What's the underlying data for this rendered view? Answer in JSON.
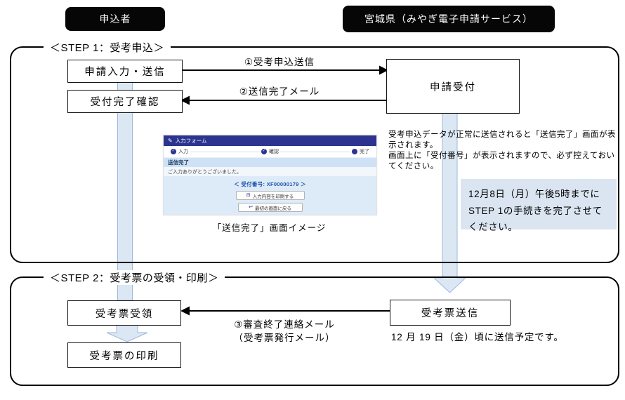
{
  "actors": {
    "applicant": "申込者",
    "service": "宮城県（みやぎ電子申請サービス）"
  },
  "step1": {
    "title": "＜STEP 1：受考申込＞",
    "box_input": "申請入力・送信",
    "box_confirm": "受付完了確認",
    "box_accept": "申請受付",
    "arrow1_label": "①受考申込送信",
    "arrow2_label": "②送信完了メール",
    "note_line1": "受考申込データが正常に送信されると「送信完了」画面が表示されます。",
    "note_line2": "画面上に「受付番号」が表示されますので、必ず控えておいてください。",
    "deadline_note": "12月8日（月）午後5時までにSTEP 1の手続きを完了させてください。",
    "screenshot_caption": "「送信完了」画面イメージ"
  },
  "screenshot": {
    "header_title": "入力フォーム",
    "steps": [
      "入力",
      "確認",
      "完了"
    ],
    "check_glyph": "✓",
    "status_bar": "送信完了",
    "thanks_message": "ご入力ありがとうございました。",
    "receipt_number": "＜ 受付番号: XF00000179 ＞",
    "print_button": "入力内容を印刷する",
    "back_button": "最初の画面に戻る"
  },
  "step2": {
    "title": "＜STEP 2：受考票の受領・印刷＞",
    "box_receive": "受考票受領",
    "box_print": "受考票の印刷",
    "box_send": "受考票送信",
    "arrow3_label_line1": "③審査終了連絡メール",
    "arrow3_label_line2": "（受考票発行メール）",
    "schedule_note": "12 月 19 日（金）頃に送信予定です。"
  },
  "colors": {
    "band_fill": "#dce7f4",
    "band_stroke": "#9db8da",
    "deadline_bg": "#dbe5f1",
    "shot_header_bg": "#2c3490",
    "shot_status_bg": "#cfe2f5",
    "shot_panel_bg": "#ddeaf8",
    "actor_bg": "#060606"
  }
}
